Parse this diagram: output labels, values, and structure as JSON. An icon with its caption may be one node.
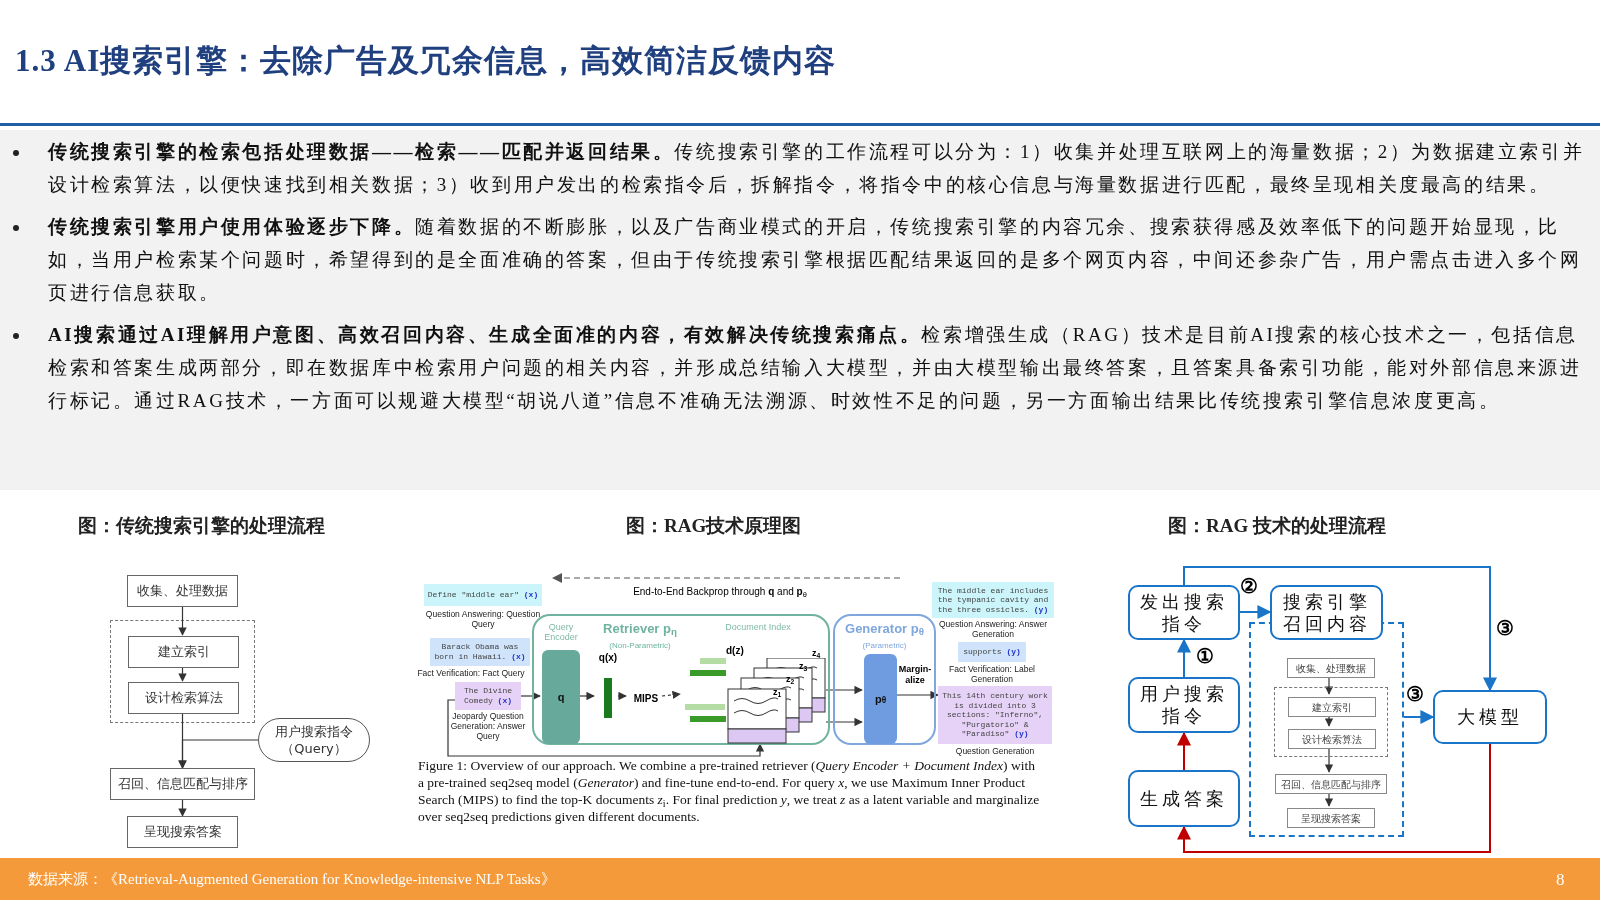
{
  "diagram": {
    "title": "1.3 AI搜索引擎：去除广告及冗余信息，高效简洁反馈内容",
    "nodes": [
      {
        "text": [
          "收集、处理数据"
        ]
      },
      {
        "text": [],
        "shape": "box"
      },
      {
        "text": [
          "建立索引"
        ],
        "in": 1
      },
      {
        "text": [
          "设计检索算法"
        ],
        "in": 1
      },
      {
        "text": [
          "用户搜索指令（Query）"
        ]
      },
      {
        "text": [
          "召回、信息匹配与排序"
        ]
      },
      {
        "text": [
          "呈现搜索答案"
        ]
      },
      {
        "text": [
          "Define \"middle ear\" **(x)**"
        ],
        "beside": [
          "Question Answering: Question Query"
        ]
      },
      {
        "text": [
          "Barack Obama was born in Hawaii. **(x)**"
        ],
        "beside": [
          "Fact Verification: Fact Query"
        ]
      },
      {
        "text": [
          "The Divine Comedy **(x)**"
        ],
        "beside": [
          "Jeopardy Question Generation: Answer Query"
        ]
      },
      {
        "text": [
          "Retriever p$_{η}$",
          "(Non-Parametric)"
        ]
      },
      {
        "text": [
          "Query Encoder",
          "q"
        ],
        "in": 10
      },
      {
        "text": [
          "q(x)"
        ],
        "in": 10
      },
      {
        "text": [
          "MIPS"
        ],
        "in": 10
      },
      {
        "text": [
          "Document Index",
          "d(z)"
        ],
        "in": 10
      },
      {
        "text": [
          "Generator p$_{θ}$",
          "(Parametric)"
        ]
      },
      {
        "text": [
          "p$_{θ}$"
        ],
        "in": 15
      },
      {
        "text": [
          "The middle ear includes the tympanic cavity and the three ossicles. **(y)**"
        ],
        "beside": [
          "Question Answering: Answer Generation"
        ]
      },
      {
        "text": [
          "supports **(y)**"
        ],
        "beside": [
          "Fact Verification: Label Generation"
        ]
      },
      {
        "text": [
          "This 14th century work is divided into 3 sections: \"Inferno\", \"Purgatorio\" & \"Paradiso\" **(y)**"
        ],
        "beside": [
          "Question Generation"
        ]
      },
      {
        "text": [
          "发出搜索指令"
        ]
      },
      {
        "text": [
          "搜索引擎召回内容"
        ]
      },
      {
        "text": [],
        "shape": "box"
      },
      {
        "text": [
          "收集、处理数据"
        ],
        "in": 22
      },
      {
        "text": [],
        "shape": "box",
        "in": 22
      },
      {
        "text": [
          "建立索引"
        ],
        "in": 24
      },
      {
        "text": [
          "设计检索算法"
        ],
        "in": 24
      },
      {
        "text": [
          "召回、信息匹配与排序"
        ],
        "in": 22
      },
      {
        "text": [
          "呈现搜索答案"
        ],
        "in": 22
      },
      {
        "text": [
          "用户搜索指令"
        ]
      },
      {
        "text": [
          "生成答案"
        ]
      },
      {
        "text": [
          "大模型"
        ]
      }
    ],
    "edges": [
      {
        "from": 0,
        "to": 2,
        "arrow": "to"
      },
      {
        "from": 2,
        "to": 3,
        "arrow": "to"
      },
      {
        "from": 3,
        "to": 5,
        "arrow": "to"
      },
      {
        "from": 4,
        "to": 5,
        "arrow": "to"
      },
      {
        "from": 5,
        "to": 6,
        "arrow": "to"
      },
      {
        "from": 9,
        "to": 11,
        "arrow": "to"
      },
      {
        "from": 11,
        "to": 12,
        "arrow": "to"
      },
      {
        "from": 12,
        "to": 13,
        "arrow": "to"
      },
      {
        "from": 13,
        "to": 14,
        "arrow": "to",
        "style": "dashed"
      },
      {
        "from": 14,
        "to": 16,
        "arrow": "to"
      },
      {
        "from": 14,
        "to": 16,
        "arrow": "to"
      },
      {
        "from": 9,
        "to": 14,
        "arrow": "to"
      },
      {
        "from": 16,
        "to": 19,
        "arrow": "to",
        "label": "Margin-alize"
      },
      {
        "from": 29,
        "to": 20,
        "arrow": "to",
        "label": "①",
        "color": "#1a75c9"
      },
      {
        "from": 20,
        "to": 21,
        "arrow": "to",
        "label": "②",
        "color": "#1a75c9"
      },
      {
        "from": 20,
        "to": 31,
        "arrow": "to",
        "label": "③",
        "color": "#1a75c9"
      },
      {
        "from": 22,
        "to": 31,
        "arrow": "to",
        "label": "③",
        "color": "#1a75c9"
      },
      {
        "from": 31,
        "to": 30,
        "arrow": "to",
        "color": "#c00000"
      },
      {
        "from": 30,
        "to": 29,
        "arrow": "to",
        "color": "#c00000"
      },
      {
        "from": 23,
        "to": 25,
        "arrow": "to"
      },
      {
        "from": 25,
        "to": 26,
        "arrow": "to"
      },
      {
        "from": 26,
        "to": 27,
        "arrow": "to"
      },
      {
        "from": 27,
        "to": 28,
        "arrow": "to"
      }
    ],
    "labels": [
      "**传统搜索引擎的检索包括处理数据——检索——匹配并返回结果。**传统搜索引擎的工作流程可以分为：1）收集并处理互联网上的海量数据；2）为数据建立索引并设计检索算法，以便快速找到相关数据；3）收到用户发出的检索指令后，拆解指令，将指令中的核心信息与海量数据进行匹配，最终呈现相关度最高的结果。",
      "**传统搜索引擎用户使用体验逐步下降。**随着数据的不断膨胀，以及广告商业模式的开启，传统搜索引擎的内容冗余、搜索获得感及效率低下的问题开始显现，比如，当用户检索某个问题时，希望得到的是全面准确的答案，但由于传统搜索引擎根据匹配结果返回的是多个网页内容，中间还参杂广告，用户需点击进入多个网页进行信息获取。",
      "**AI搜索通过AI理解用户意图、高效召回内容、生成全面准的内容，有效解决传统搜索痛点。**检索增强生成（RAG）技术是目前AI搜索的核心技术之一，包括信息检索和答案生成两部分，即在数据库中检索用户问题的相关内容，并形成总结输入大模型，并由大模型输出最终答案，且答案具备索引功能，能对外部信息来源进行标记。通过RAG技术，一方面可以规避大模型“胡说八道”信息不准确无法溯源、时效性不足的问题，另一方面输出结果比传统搜索引擎信息浓度更高。",
      "图：传统搜索引擎的处理流程",
      "图：RAG技术原理图",
      "图：RAG 技术的处理流程",
      "End-to-End Backprop through **q** and **p**$_{θ}$",
      "z$_{4}$",
      "z$_{3}$",
      "z$_{2}$",
      "z$_{1}$",
      "Figure 1: Overview of our approach. We combine a pre-trained retriever (*Query Encoder + Document Index*) with a pre-trained seq2seq model (*Generator*) and fine-tune end-to-end. For query *x*, we use Maximum Inner Product Search (MIPS) to find the top-K documents *z*$_{i}$. For final prediction *y*, we treat *z* as a latent variable and marginalize over seq2seq predictions given different documents.",
      "数据来源：《Retrieval-Augmented Generation for Knowledge-intensive NLP Tasks》",
      "8"
    ]
  }
}
